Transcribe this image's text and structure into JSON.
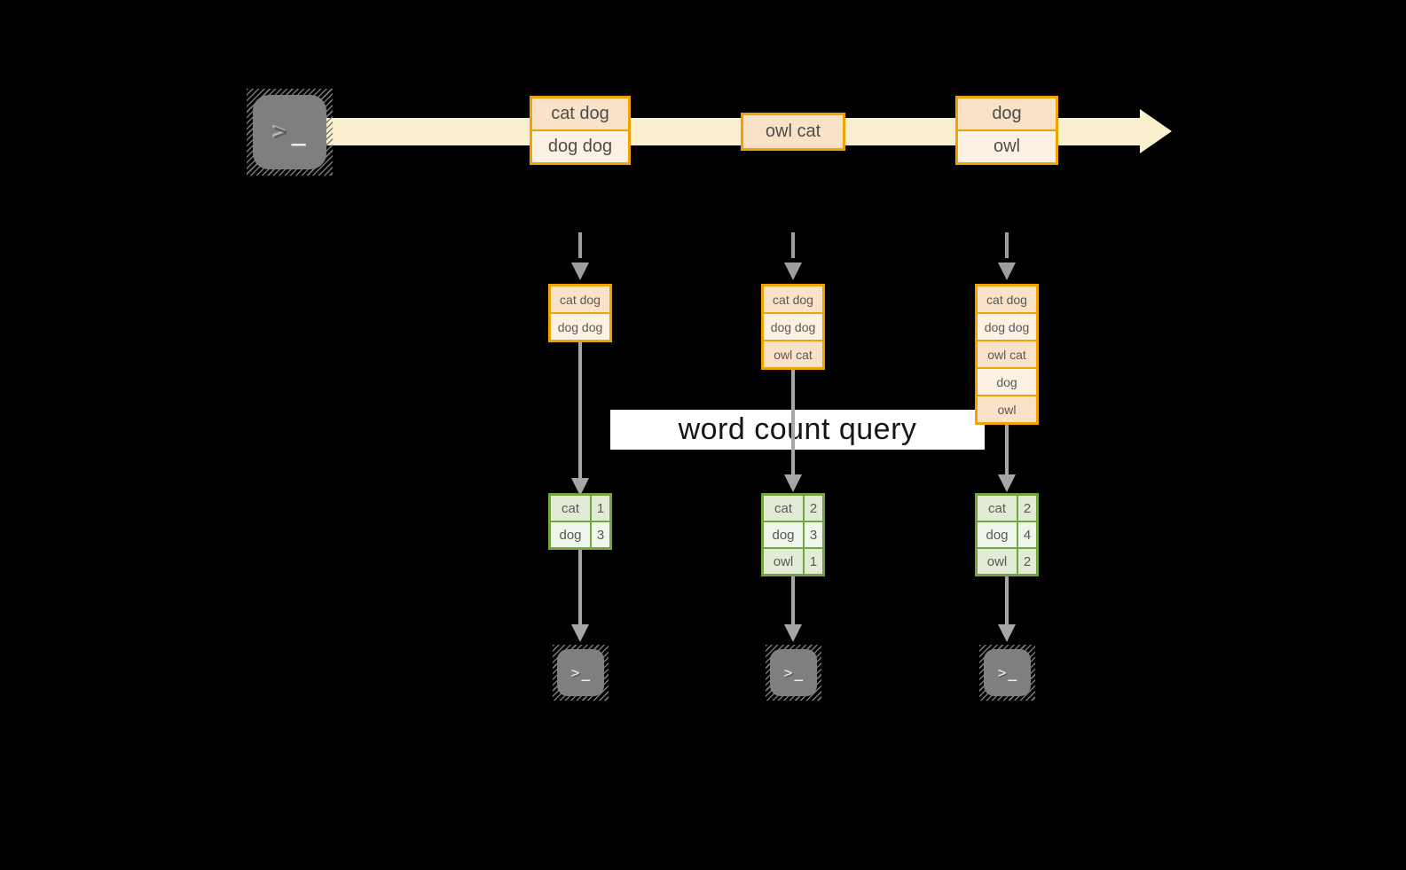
{
  "query_label": "word count query",
  "terminal": {
    "chevron": ">",
    "underscore": "_"
  },
  "stream_events": [
    {
      "rows": [
        "cat dog",
        "dog dog"
      ]
    },
    {
      "rows": [
        "owl cat"
      ]
    },
    {
      "rows": [
        "dog",
        "owl"
      ]
    }
  ],
  "batches": [
    {
      "rows": [
        "cat dog",
        "dog dog"
      ]
    },
    {
      "rows": [
        "cat dog",
        "dog dog",
        "owl cat"
      ]
    },
    {
      "rows": [
        "cat dog",
        "dog dog",
        "owl cat",
        "dog",
        "owl"
      ]
    }
  ],
  "result_tables": [
    {
      "rows": [
        {
          "word": "cat",
          "count": "1"
        },
        {
          "word": "dog",
          "count": "3"
        }
      ]
    },
    {
      "rows": [
        {
          "word": "cat",
          "count": "2"
        },
        {
          "word": "dog",
          "count": "3"
        },
        {
          "word": "owl",
          "count": "1"
        }
      ]
    },
    {
      "rows": [
        {
          "word": "cat",
          "count": "2"
        },
        {
          "word": "dog",
          "count": "4"
        },
        {
          "word": "owl",
          "count": "2"
        }
      ]
    }
  ],
  "colors": {
    "background": "#000000",
    "stream_band": "#FBF0CE",
    "orange_border": "#F0A202",
    "cell_peach": "#FAE2C8",
    "cell_cream": "#FDF1E3",
    "green_border": "#71A73D",
    "green_cell_dark": "#E3EBD7",
    "green_cell_light": "#F0F5EB",
    "arrow_gray": "#A6A6A6",
    "terminal_gray": "#7F7F7F",
    "query_band_bg": "#FFFFFF",
    "text_dark": "#595959"
  }
}
